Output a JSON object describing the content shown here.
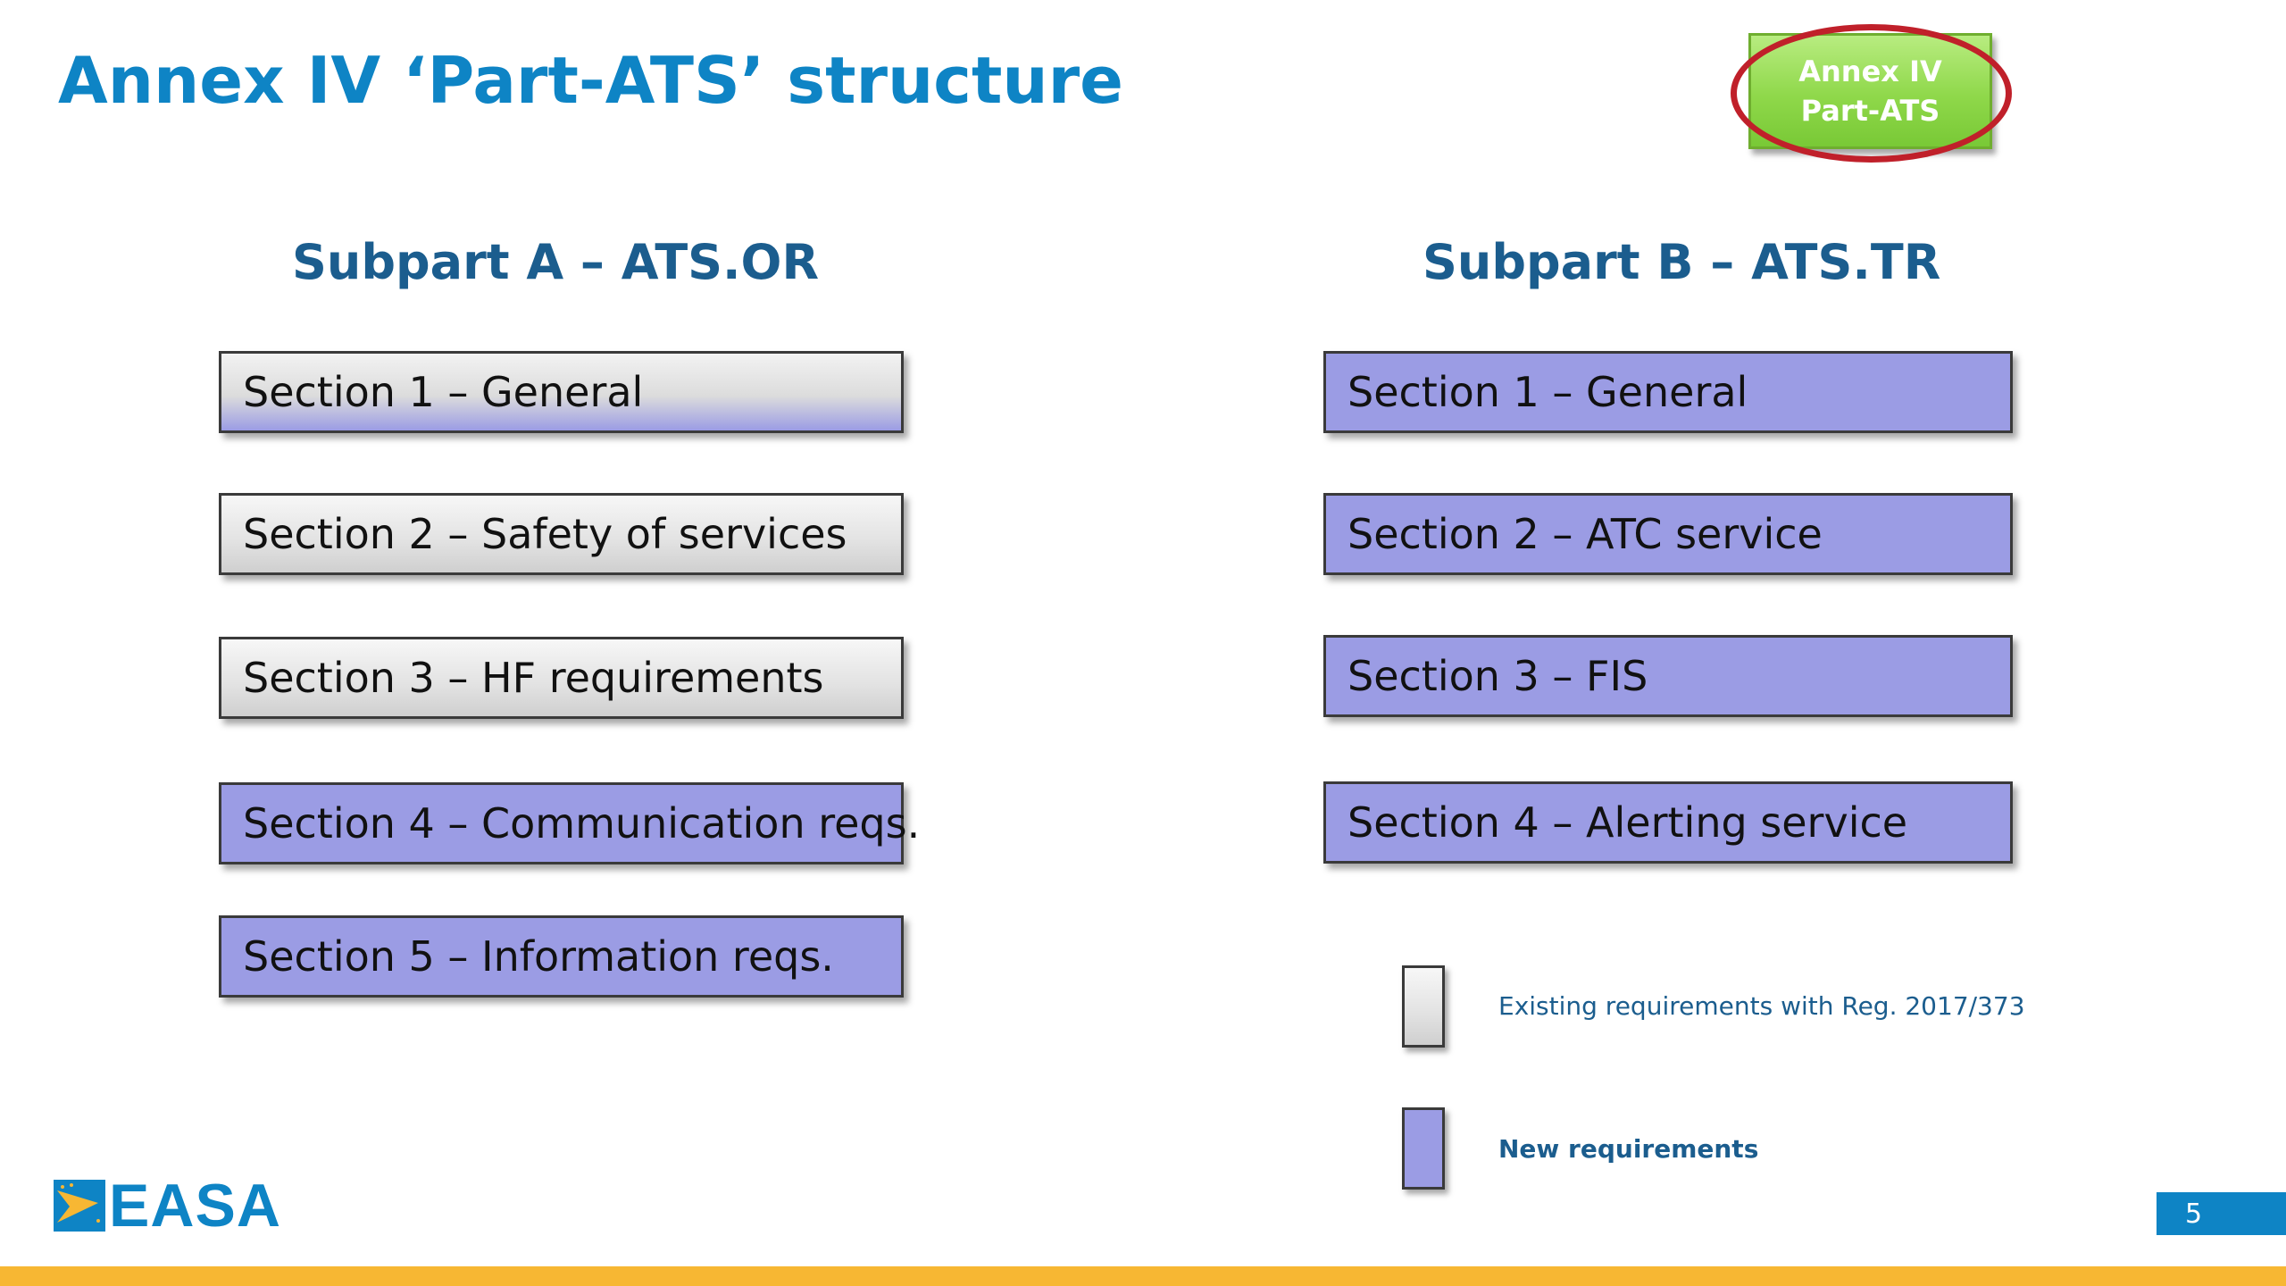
{
  "slide": {
    "title": "Annex IV ‘Part-ATS’ structure",
    "badge": {
      "line1": "Annex IV",
      "line2": "Part-ATS"
    },
    "page_number": "5"
  },
  "subpart_a": {
    "heading": "Subpart A – ATS.OR",
    "sections": [
      {
        "label": "Section 1 – General",
        "style": "mixed"
      },
      {
        "label": "Section 2 – Safety of services",
        "style": "existing"
      },
      {
        "label": "Section 3 – HF requirements",
        "style": "existing"
      },
      {
        "label": "Section 4 – Communication reqs.",
        "style": "new"
      },
      {
        "label": "Section 5 – Information reqs.",
        "style": "new"
      }
    ]
  },
  "subpart_b": {
    "heading": "Subpart B – ATS.TR",
    "sections": [
      {
        "label": "Section 1 – General",
        "style": "new"
      },
      {
        "label": "Section 2 – ATC service",
        "style": "new"
      },
      {
        "label": "Section 3 – FIS",
        "style": "new"
      },
      {
        "label": "Section 4 – Alerting service",
        "style": "new"
      }
    ]
  },
  "legend": {
    "existing": "Existing requirements with Reg. 2017/373",
    "new": "New requirements"
  },
  "logo": {
    "text": "EASA"
  },
  "colors": {
    "title": "#0e84c5",
    "subheading": "#1b5d8e",
    "new_requirements": "#9b9ce4",
    "existing_requirements": "#dcdcdc",
    "badge": "#8fd84a",
    "highlight_ellipse": "#c0202a",
    "footer_bar": "#f7b733"
  }
}
